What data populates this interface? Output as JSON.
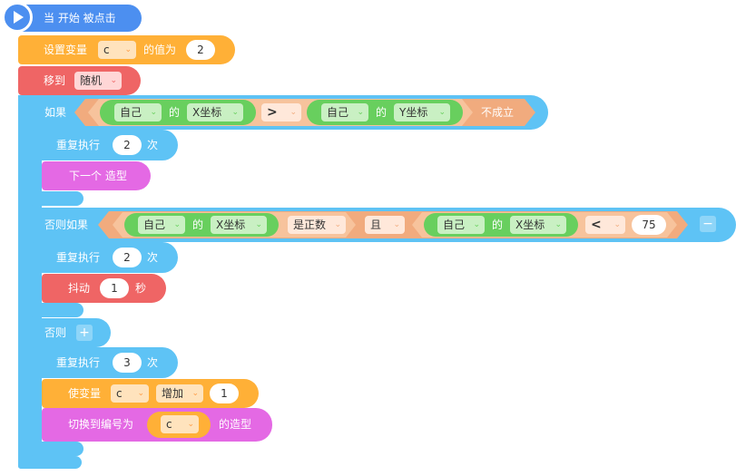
{
  "colors": {
    "event": "#4c8ff0",
    "variable": "#ffb037",
    "motion": "#ef6565",
    "control": "#5ec3f5",
    "looks": "#e469e4",
    "operator": "#f1ab7e",
    "sensing": "#68cf5e"
  },
  "hat": {
    "label": "当 开始 被点击",
    "icon": "play-icon"
  },
  "set_var": {
    "label": "设置变量",
    "var": "c",
    "of": "的值为",
    "value": "2"
  },
  "move": {
    "label": "移到",
    "target": "随机"
  },
  "if_block": {
    "label": "如果",
    "left": {
      "sprite": "自己",
      "of": "的",
      "prop": "X坐标"
    },
    "op": ">",
    "right": {
      "sprite": "自己",
      "of": "的",
      "prop": "Y坐标"
    },
    "not": "不成立"
  },
  "repeat1": {
    "label": "重复执行",
    "count": "2",
    "times": "次"
  },
  "next_costume": {
    "label": "下一个 造型"
  },
  "elseif": {
    "label": "否则如果",
    "left": {
      "sprite": "自己",
      "of": "的",
      "prop": "X坐标"
    },
    "check": "是正数",
    "and": "且",
    "right": {
      "sprite": "自己",
      "of": "的",
      "prop": "X坐标"
    },
    "op": "<",
    "value": "75",
    "minus": "−"
  },
  "repeat2": {
    "label": "重复执行",
    "count": "2",
    "times": "次"
  },
  "shake": {
    "label": "抖动",
    "value": "1",
    "unit": "秒"
  },
  "else_block": {
    "label": "否则",
    "plus": "+"
  },
  "repeat3": {
    "label": "重复执行",
    "count": "3",
    "times": "次"
  },
  "change_var": {
    "label": "使变量",
    "var": "c",
    "op": "增加",
    "value": "1"
  },
  "switch_costume": {
    "label": "切换到编号为",
    "var": "c",
    "suffix": "的造型"
  }
}
